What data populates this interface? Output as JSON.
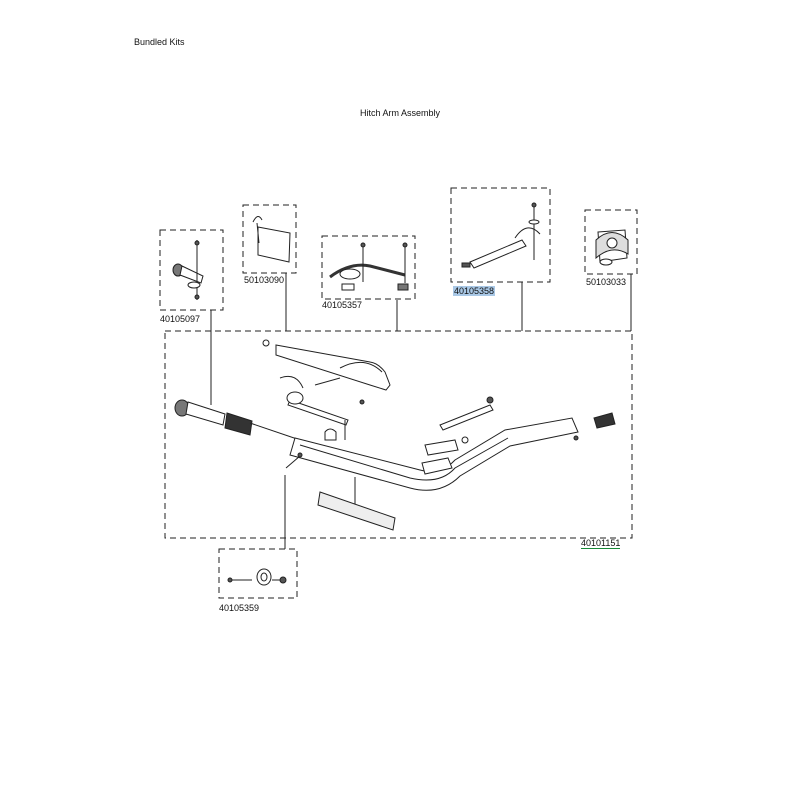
{
  "header": {
    "section_title": "Bundled Kits"
  },
  "diagram": {
    "title": "Hitch Arm Assembly",
    "kits": [
      {
        "part_number": "40105097"
      },
      {
        "part_number": "50103090"
      },
      {
        "part_number": "40105357"
      },
      {
        "part_number": "40105358",
        "highlight_color": "#a9c8e6"
      },
      {
        "part_number": "50103033"
      },
      {
        "part_number": "40101151",
        "underline_color": "#1a8a3a"
      },
      {
        "part_number": "40105359"
      }
    ]
  },
  "footer": {
    "text": ""
  }
}
